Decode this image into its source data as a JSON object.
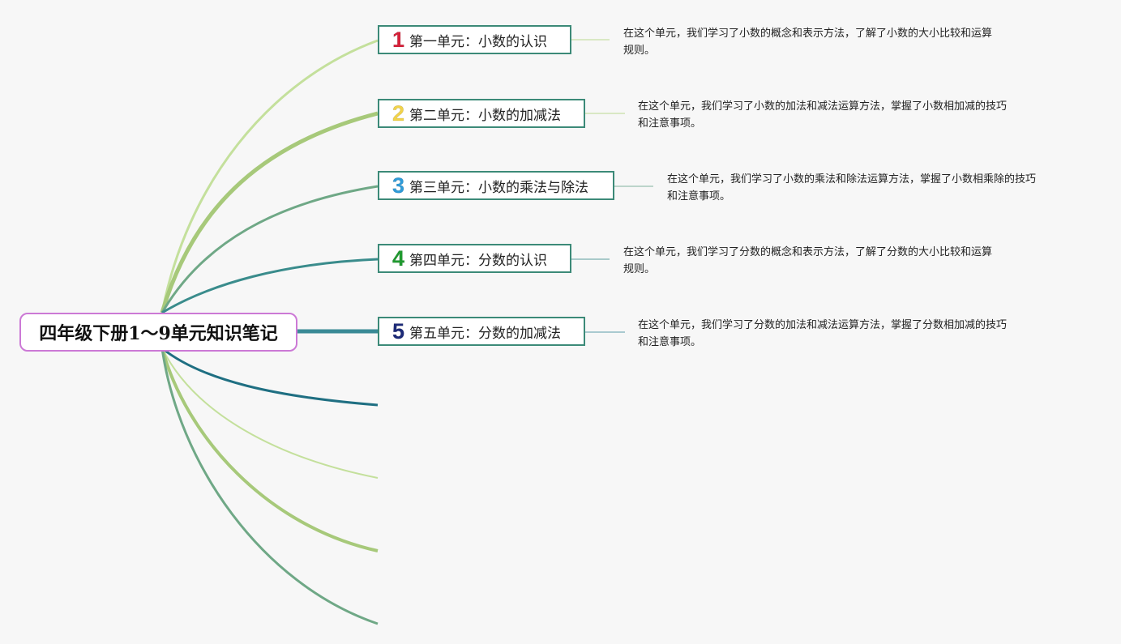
{
  "root": {
    "title": "四年级下册1～9单元知识笔记"
  },
  "topics": [
    {
      "number": "1",
      "number_color": "#d6213a",
      "label": "第一单元：小数的认识",
      "note_line1": "在这个单元，我们学习了小数的概念和表示方法，了解了小数的大小比较和运算",
      "note_line2": "规则。"
    },
    {
      "number": "2",
      "number_color": "#f2d34a",
      "label": "第二单元：小数的加减法",
      "note_line1": "在这个单元，我们学习了小数的加法和减法运算方法，掌握了小数相加减的技巧",
      "note_line2": "和注意事项。"
    },
    {
      "number": "3",
      "number_color": "#2f9bd8",
      "label": "第三单元：小数的乘法与除法",
      "note_line1": "在这个单元，我们学习了小数的乘法和除法运算方法，掌握了小数相乘除的技巧",
      "note_line2": "和注意事项。"
    },
    {
      "number": "4",
      "number_color": "#1f9a2f",
      "label": "第四单元：分数的认识",
      "note_line1": "在这个单元，我们学习了分数的概念和表示方法，了解了分数的大小比较和运算",
      "note_line2": "规则。"
    },
    {
      "number": "5",
      "number_color": "#1c2a78",
      "label": "第五单元：分数的加减法",
      "note_line1": "在这个单元，我们学习了分数的加法和减法运算方法，掌握了分数相加减的技巧",
      "note_line2": "和注意事项。"
    }
  ],
  "colors": {
    "root_border": "#cc79d6",
    "topic_border": "#3c8a78"
  }
}
